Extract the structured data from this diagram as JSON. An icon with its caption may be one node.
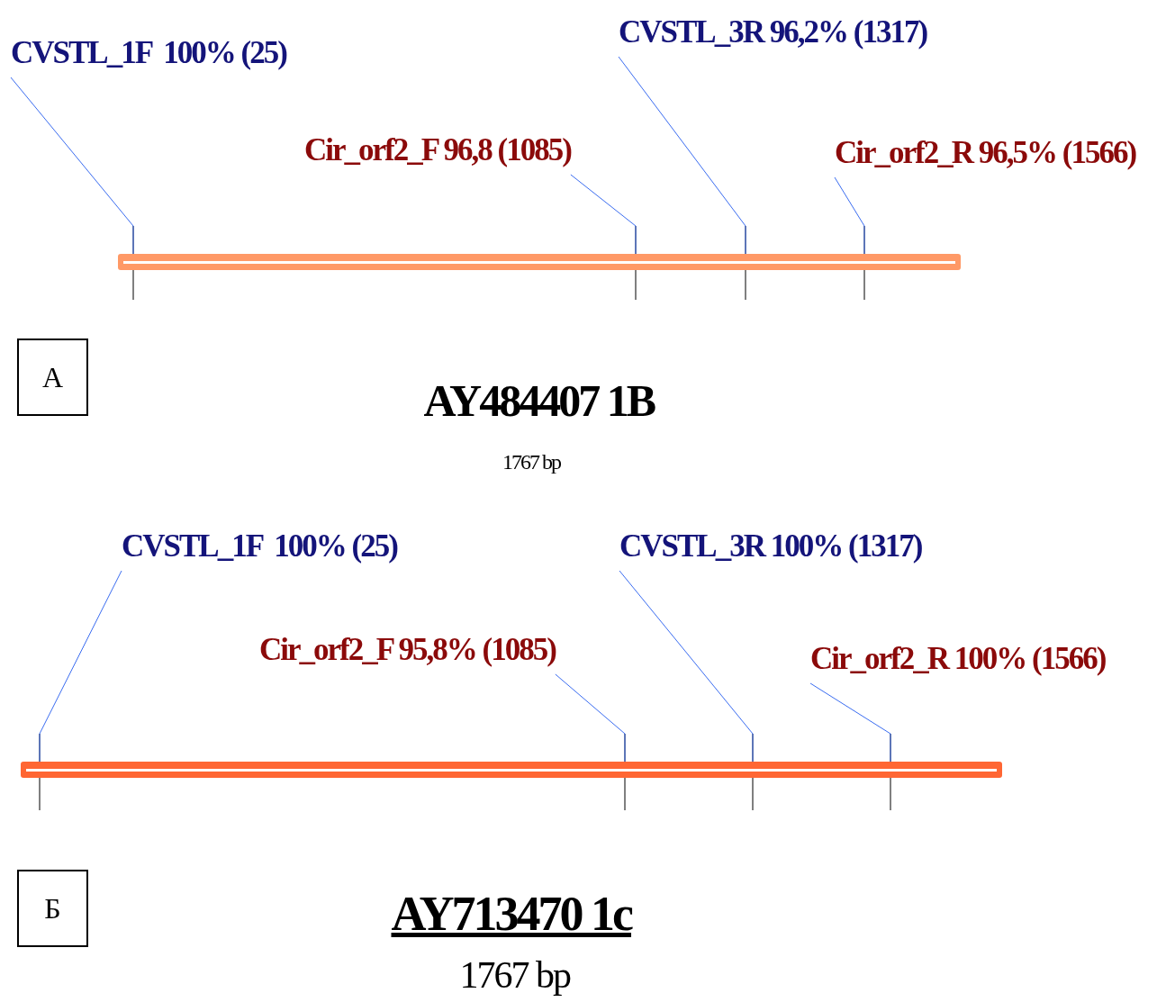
{
  "diagram": {
    "nodes": [
      {
        "text": [
          "CVSTL_1F  100% (25)"
        ]
      },
      {
        "text": [
          "Cir_orf2_F 96,8 (1085)"
        ]
      },
      {
        "text": [
          "CVSTL_3R 96,2% (1317)"
        ]
      },
      {
        "text": [
          "Cir_orf2_R 96,5% (1566)"
        ]
      },
      {
        "text": [],
        "shape": "bar"
      },
      {
        "text": [
          "А"
        ]
      },
      {
        "text": [
          "CVSTL_1F  100% (25)"
        ]
      },
      {
        "text": [
          "CVSTL_3R 100% (1317)"
        ]
      },
      {
        "text": [
          "Cir_orf2_F 95,8% (1085)"
        ]
      },
      {
        "text": [
          "Cir_orf2_R 100% (1566)"
        ]
      },
      {
        "text": [],
        "shape": "bar"
      },
      {
        "text": [
          "Б"
        ]
      }
    ],
    "edges": [
      {
        "from": 0,
        "to": 4,
        "arrow": "none"
      },
      {
        "from": 1,
        "to": 4,
        "arrow": "none"
      },
      {
        "from": 2,
        "to": 4,
        "arrow": "none"
      },
      {
        "from": 3,
        "to": 4,
        "arrow": "none"
      },
      {
        "from": 6,
        "to": 10,
        "arrow": "none"
      },
      {
        "from": 8,
        "to": 10,
        "arrow": "none"
      },
      {
        "from": 7,
        "to": 10,
        "arrow": "none"
      },
      {
        "from": 9,
        "to": 10,
        "arrow": "none"
      }
    ],
    "labels": [
      "AY484407 1B",
      "1767 bp",
      "AY713470 1c",
      "1767 bp"
    ]
  }
}
